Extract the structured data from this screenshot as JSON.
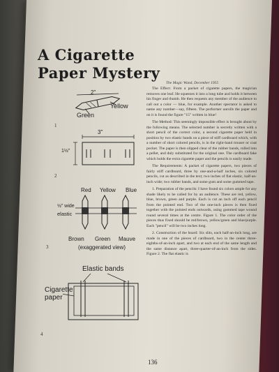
{
  "page": {
    "title_line1": "A Cigarette",
    "title_line2": "Paper Mystery",
    "byline": "The Magic Wand, December 1955",
    "page_number": "136"
  },
  "article": {
    "p1": "The Effect: From a packet of cigarette papers, the magician removes one leaf. He squeezes it into a long tube and holds it between his finger and thumb. He then requests any member of the audience to call out a color — blue, for example. Another spectator is asked to name any number—say, fifteen. The performer unrolls the paper and on it is found the figure \"15\" written in blue!",
    "p2": "The Method: This seemingly impossible effect is brought about by the following means. The selected number is secretly written with a short pencil of the correct color, a second cigarette paper held in position by two elastic bands on a piece of stiff cardboard which, with a number of short colored pencils, is in the right-hand trouser or coat pocket. The paper is then slipped clear of the rubber bands, rolled into a pellet, and duly substituted for the original one. The cardboard fake which holds the extra cigarette paper and the pencils is easily made.",
    "p3": "The Requirements: A packet of cigarette papers, two pieces of fairly stiff cardboard, three by one-and-a-half inches, six colored pencils, cut as described in the text; two inches of flat elastic, half-an-inch wide; two rubber bands, and some gum and some gummed tape.",
    "p4": "1. Preparation of the pencils: I have found six colors ample for any shade likely to be called for by an audience. These are red, yellow, blue, brown, green and purple. Each is cut an inch off each pencil from the pointed end. Two of the one-inch pieces is then fixed together with the pointed ends outwards, using gummed tape wound round several times at the centre. Figure 1. The color order of the pieces thus fixed should be red/brown, yellow/green and blue/purple. Each \"pencil\" will be two inches long.",
    "p5": "2. Construction of the board: Six slits, each half-an-inch long, are made in one of the pieces of cardboard, two in the center three-eighths-of-an-inch apart, and two at each end of the same length and the same distance apart, three-quarter-of-an-inch from the sides. Figure 2. The flat elastic is"
  },
  "figures": {
    "fig1": {
      "number": "1",
      "dim": "2\"",
      "yellow": "Yellow",
      "green": "Green"
    },
    "fig2": {
      "number": "2",
      "dim_w": "3\"",
      "dim_h": "1½\""
    },
    "fig3": {
      "number": "3",
      "red": "Red",
      "yellow": "Yellow",
      "blue": "Blue",
      "width_note": "½\" wide",
      "elastic": "elastic",
      "brown": "Brown",
      "green": "Green",
      "mauve": "Mauve",
      "caption": "(exaggerated view)"
    },
    "fig4": {
      "number": "4",
      "bands": "Elastic bands",
      "paper_line1": "Cigarette",
      "paper_line2": "paper"
    }
  }
}
